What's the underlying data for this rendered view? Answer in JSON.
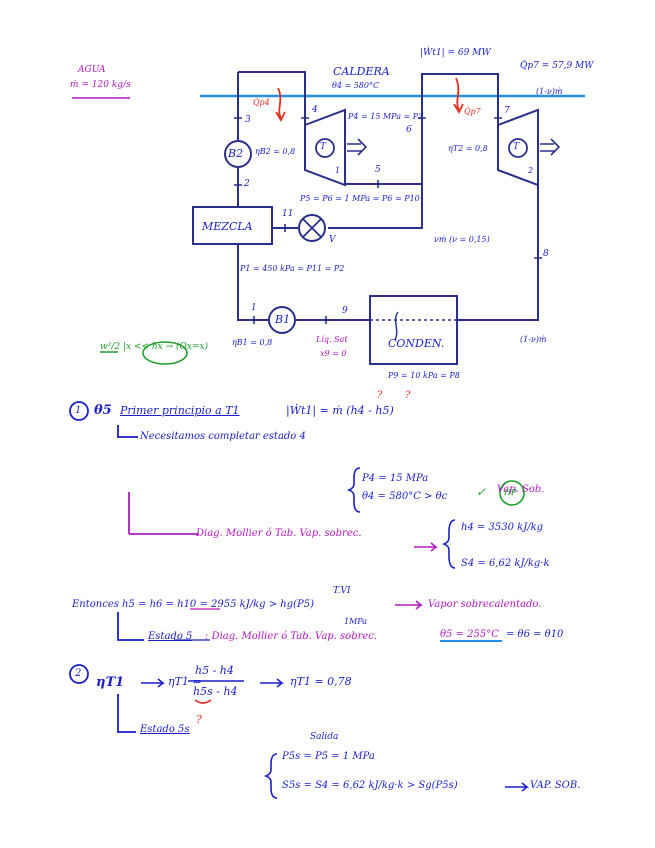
{
  "header": {
    "fluid": "AGUA",
    "mass_flow": "ṁ = 120 kg/s"
  },
  "diagram": {
    "caldera": "CALDERA",
    "theta4": "θ4 = 580°C",
    "q_p4": "Q̇p4",
    "q_p7": "Q̇p7",
    "wt1": "|Ẇt1| = 69 MW",
    "qp7_value": "Q̇p7 = 57,9 MW",
    "one_minus_nu_top": "(1-ν)ṁ",
    "node3": "3",
    "node4": "4",
    "node6": "6",
    "node7": "7",
    "node2": "2",
    "node5": "5",
    "node11": "11",
    "node8": "8",
    "node1": "1",
    "node9": "9",
    "p4": "P4 = 15 MPa = P3",
    "b2": "B2",
    "eta_b2": "ηB2 = 0,8",
    "t1_label": "T",
    "t1_num": "1",
    "eta_t2": "ηT2 = 0,8",
    "t2_label": "T",
    "t2_num": "2",
    "p5": "P5 = P6 = 1 MPa = P6 = P10",
    "mezcla": "MEZCLA",
    "valve": "V",
    "nu_m": "νṁ (ν = 0,15)",
    "p1": "P1 = 450 kPa = P11 = P2",
    "b1": "B1",
    "eta_b1": "ηB1 = 0,8",
    "liq_sat": "Líq. Sat",
    "x9": "x9 = 0",
    "conden": "CONDEN.",
    "one_minus_nu_bottom": "(1-ν)ṁ",
    "p9": "P9 = 10 kPa = P8",
    "kinetic_note": "w²/2 |x << hx → (Ox=x)"
  },
  "solution": {
    "s1_num": "1",
    "s1_theta": "θ5",
    "s1_first_principle": "Primer principio a T1",
    "s1_equation": "|Ẇt1| = ṁ (h4 - h5)",
    "q_mark_1": "?",
    "q_mark_2": "?",
    "s1_need_state4": "Necesitamos completar estado 4",
    "state4_p": "P4 = 15 MPa",
    "state4_theta": "θ4 = 580°C > θc",
    "state4_check": "✓",
    "vap_sob": "Vap. Sob.",
    "hp": "HP",
    "s1_diag": "Diag. Mollier ó Tab. Vap. sobrec.",
    "h4": "h4 = 3530 kJ/kg",
    "s4": "S4 = 6,62 kJ/kg·k",
    "tvi": "T.VI",
    "entonces": "Entonces  h5 = h6 = h10 = 2955 kJ/kg > hg(P5)",
    "one_mpa": "1MPa",
    "vap_sobrecalentado": "Vapor sobrecalentado.",
    "estado5_label": "Estado 5",
    "estado5_diag": ": Diag. Mollier ó Tab. Vap. sobrec.",
    "theta5_value": "θ5 = 255°C",
    "theta5_rest": "= θ6 = θ10",
    "s2_num": "2",
    "s2_eta": "ηT1",
    "eta_formula_num": "h5 - h4",
    "eta_formula_den": "h5s - h4",
    "eta_formula_lhs": "ηT1 =",
    "eta_result": "ηT1 = 0,78",
    "q_mark_3": "?",
    "salida": "Salida",
    "estado5s_label": "Estado 5s",
    "p5s": "P5s = P5 = 1 MPa",
    "s5s": "S5s = S4 = 6,62 kJ/kg·k > Sg(P5s)",
    "vap_sob_caps": "VAP. SOB."
  }
}
